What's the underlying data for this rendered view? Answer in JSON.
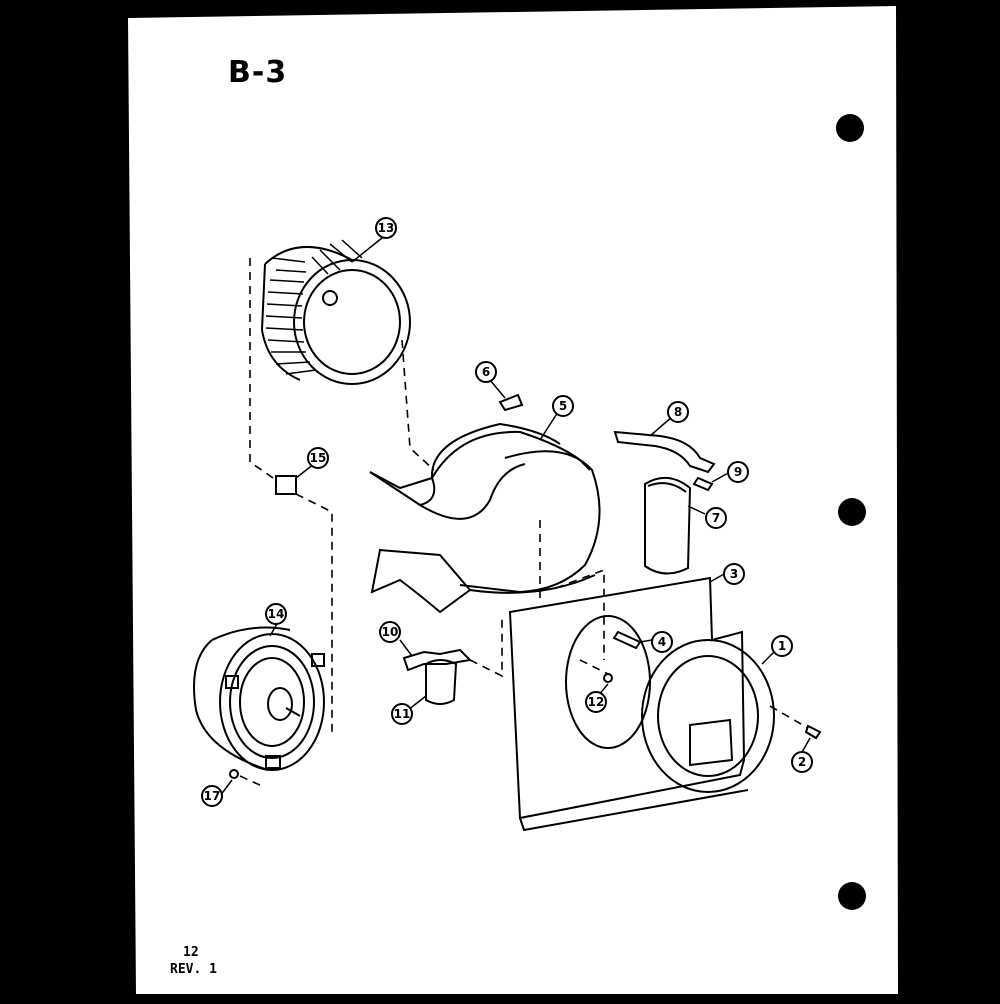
{
  "sheet": {
    "title": "B-3",
    "page_number": "12",
    "revision": "REV. 1"
  },
  "callouts": [
    {
      "id": "c13",
      "label": "13"
    },
    {
      "id": "c6a",
      "label": "6"
    },
    {
      "id": "c5",
      "label": "5"
    },
    {
      "id": "c8",
      "label": "8"
    },
    {
      "id": "c9",
      "label": "9"
    },
    {
      "id": "c15",
      "label": "15"
    },
    {
      "id": "c7",
      "label": "7"
    },
    {
      "id": "c3",
      "label": "3"
    },
    {
      "id": "c14",
      "label": "14"
    },
    {
      "id": "c10",
      "label": "10"
    },
    {
      "id": "c4",
      "label": "4"
    },
    {
      "id": "c1",
      "label": "1"
    },
    {
      "id": "c11",
      "label": "11"
    },
    {
      "id": "c12",
      "label": "12"
    },
    {
      "id": "c2",
      "label": "2"
    },
    {
      "id": "c17",
      "label": "17"
    }
  ],
  "colors": {
    "paper": "#ffffff",
    "ink": "#000000",
    "background": "#000000"
  }
}
